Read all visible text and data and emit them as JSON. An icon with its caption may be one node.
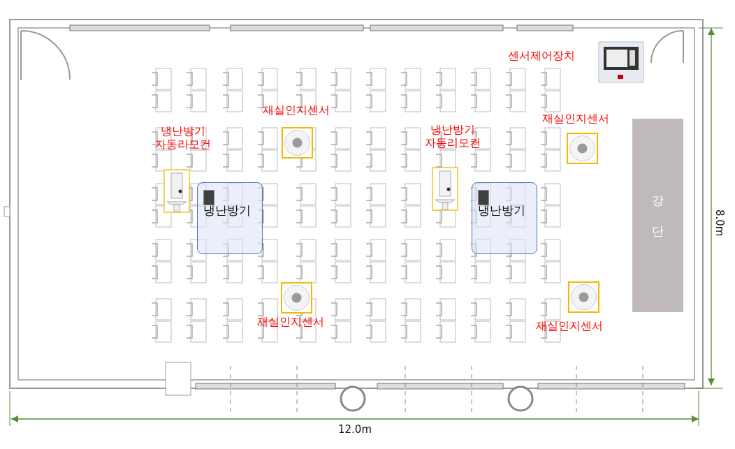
{
  "diagram": {
    "nodes": [
      {
        "text": [
          "냉난방기"
        ]
      },
      {
        "text": [
          "냉난방기"
        ]
      },
      {
        "text": [
          "강단"
        ]
      }
    ],
    "labels": [
      "센서제어장치",
      "재실인지센서",
      "재실인지센서",
      "냉난방기 자동리모컨",
      "냉난방기 자동리모컨",
      "재실인지센서",
      "재실인지센서",
      "8.0m",
      "12.0m"
    ]
  }
}
